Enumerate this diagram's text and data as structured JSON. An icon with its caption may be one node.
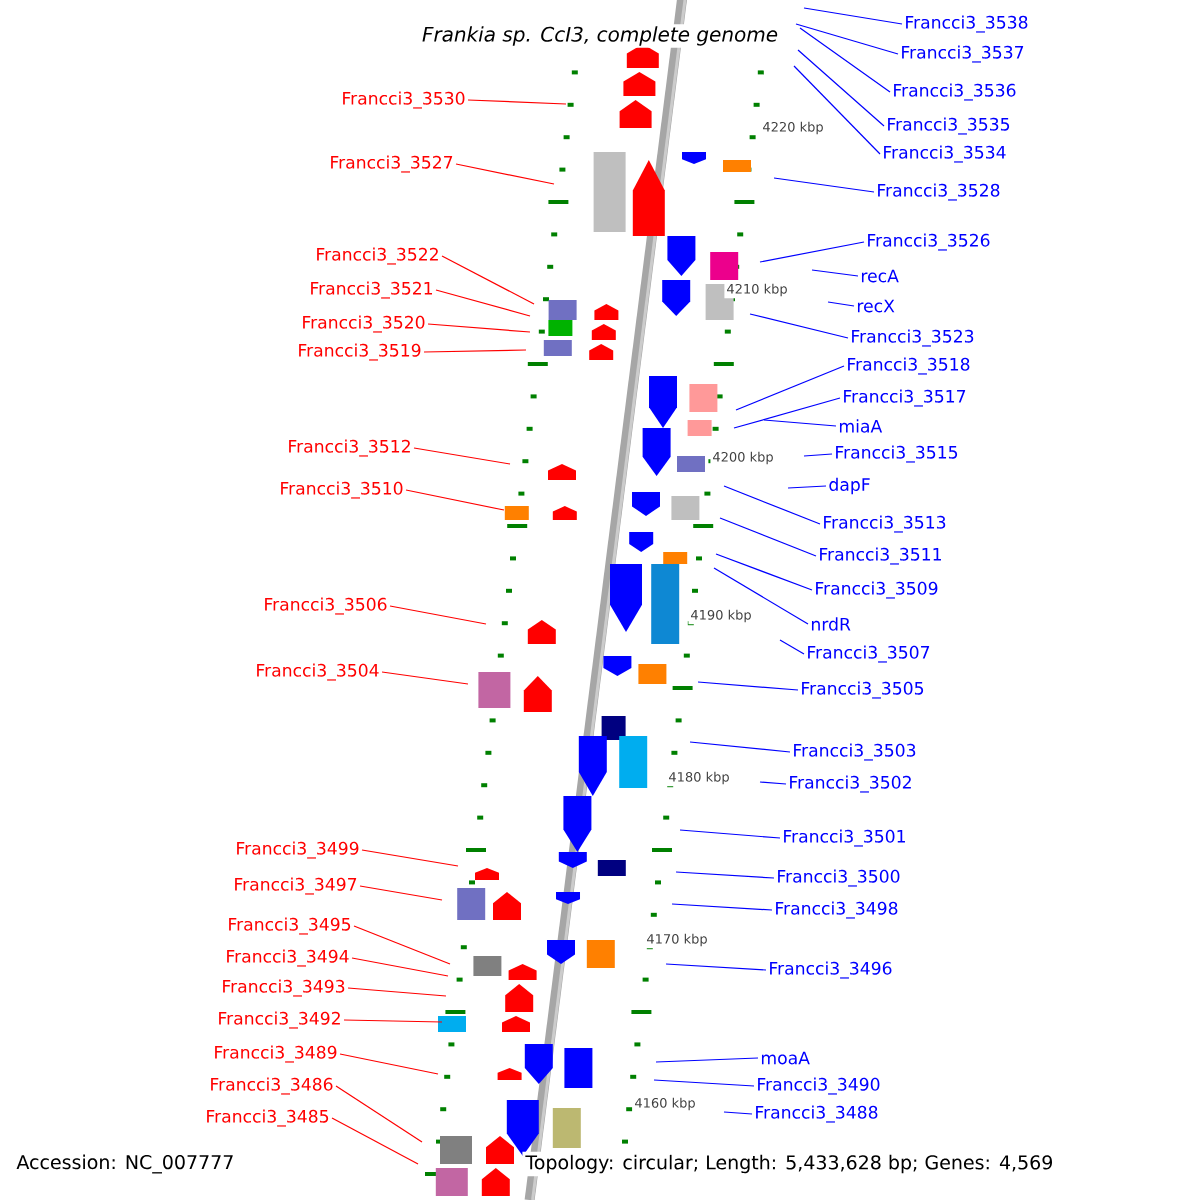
{
  "diagram": {
    "title": "Frankia sp. CcI3, complete genome",
    "nodes": [
      {
        "text": [
          "Francci3_3530"
        ]
      },
      {
        "text": [
          "Francci3_3527"
        ]
      },
      {
        "text": [
          "Francci3_3522"
        ]
      },
      {
        "text": [
          "Francci3_3521"
        ]
      },
      {
        "text": [
          "Francci3_3520"
        ]
      },
      {
        "text": [
          "Francci3_3519"
        ]
      },
      {
        "text": [
          "Francci3_3512"
        ]
      },
      {
        "text": [
          "Francci3_3510"
        ]
      },
      {
        "text": [
          "Francci3_3506"
        ]
      },
      {
        "text": [
          "Francci3_3504"
        ]
      },
      {
        "text": [
          "Francci3_3499"
        ]
      },
      {
        "text": [
          "Francci3_3497"
        ]
      },
      {
        "text": [
          "Francci3_3495"
        ]
      },
      {
        "text": [
          "Francci3_3494"
        ]
      },
      {
        "text": [
          "Francci3_3493"
        ]
      },
      {
        "text": [
          "Francci3_3492"
        ]
      },
      {
        "text": [
          "Francci3_3489"
        ]
      },
      {
        "text": [
          "Francci3_3486"
        ]
      },
      {
        "text": [
          "Francci3_3485"
        ]
      },
      {
        "text": [
          "Francci3_3538"
        ]
      },
      {
        "text": [
          "Francci3_3537"
        ]
      },
      {
        "text": [
          "Francci3_3536"
        ]
      },
      {
        "text": [
          "Francci3_3535"
        ]
      },
      {
        "text": [
          "Francci3_3534"
        ]
      },
      {
        "text": [
          "Francci3_3528"
        ]
      },
      {
        "text": [
          "Francci3_3526"
        ]
      },
      {
        "text": [
          "recA"
        ]
      },
      {
        "text": [
          "recX"
        ]
      },
      {
        "text": [
          "Francci3_3523"
        ]
      },
      {
        "text": [
          "Francci3_3518"
        ]
      },
      {
        "text": [
          "Francci3_3517"
        ]
      },
      {
        "text": [
          "miaA"
        ]
      },
      {
        "text": [
          "Francci3_3515"
        ]
      },
      {
        "text": [
          "dapF"
        ]
      },
      {
        "text": [
          "Francci3_3513"
        ]
      },
      {
        "text": [
          "Francci3_3511"
        ]
      },
      {
        "text": [
          "Francci3_3509"
        ]
      },
      {
        "text": [
          "nrdR"
        ]
      },
      {
        "text": [
          "Francci3_3507"
        ]
      },
      {
        "text": [
          "Francci3_3505"
        ]
      },
      {
        "text": [
          "Francci3_3503"
        ]
      },
      {
        "text": [
          "Francci3_3502"
        ]
      },
      {
        "text": [
          "Francci3_3501"
        ]
      },
      {
        "text": [
          "Francci3_3500"
        ]
      },
      {
        "text": [
          "Francci3_3498"
        ]
      },
      {
        "text": [
          "Francci3_3496"
        ]
      },
      {
        "text": [
          "moaA"
        ]
      },
      {
        "text": [
          "Francci3_3490"
        ]
      },
      {
        "text": [
          "Francci3_3488"
        ]
      }
    ],
    "edges": [
      {
        "from": 0,
        "to": null,
        "arrow": "none",
        "color": "#ff0000"
      },
      {
        "from": 1,
        "to": null,
        "arrow": "none",
        "color": "#ff0000"
      },
      {
        "from": 2,
        "to": null,
        "arrow": "none",
        "color": "#ff0000"
      },
      {
        "from": 3,
        "to": null,
        "arrow": "none",
        "color": "#ff0000"
      },
      {
        "from": 4,
        "to": null,
        "arrow": "none",
        "color": "#ff0000"
      },
      {
        "from": 5,
        "to": null,
        "arrow": "none",
        "color": "#ff0000"
      },
      {
        "from": 6,
        "to": null,
        "arrow": "none",
        "color": "#ff0000"
      },
      {
        "from": 7,
        "to": null,
        "arrow": "none",
        "color": "#ff0000"
      },
      {
        "from": 8,
        "to": null,
        "arrow": "none",
        "color": "#ff0000"
      },
      {
        "from": 9,
        "to": null,
        "arrow": "none",
        "color": "#ff0000"
      },
      {
        "from": 10,
        "to": null,
        "arrow": "none",
        "color": "#ff0000"
      },
      {
        "from": 11,
        "to": null,
        "arrow": "none",
        "color": "#ff0000"
      },
      {
        "from": 12,
        "to": null,
        "arrow": "none",
        "color": "#ff0000"
      },
      {
        "from": 13,
        "to": null,
        "arrow": "none",
        "color": "#ff0000"
      },
      {
        "from": 14,
        "to": null,
        "arrow": "none",
        "color": "#ff0000"
      },
      {
        "from": 15,
        "to": null,
        "arrow": "none",
        "color": "#ff0000"
      },
      {
        "from": 16,
        "to": null,
        "arrow": "none",
        "color": "#ff0000"
      },
      {
        "from": 17,
        "to": null,
        "arrow": "none",
        "color": "#ff0000"
      },
      {
        "from": 18,
        "to": null,
        "arrow": "none",
        "color": "#ff0000"
      },
      {
        "from": 19,
        "to": null,
        "arrow": "none"
      },
      {
        "from": 20,
        "to": null,
        "arrow": "none"
      },
      {
        "from": 21,
        "to": null,
        "arrow": "none"
      },
      {
        "from": 22,
        "to": null,
        "arrow": "none"
      },
      {
        "from": 23,
        "to": null,
        "arrow": "none"
      },
      {
        "from": 24,
        "to": null,
        "arrow": "none"
      },
      {
        "from": 25,
        "to": null,
        "arrow": "none"
      },
      {
        "from": 26,
        "to": null,
        "arrow": "none"
      },
      {
        "from": 27,
        "to": null,
        "arrow": "none"
      },
      {
        "from": 28,
        "to": null,
        "arrow": "none"
      },
      {
        "from": 29,
        "to": null,
        "arrow": "none"
      },
      {
        "from": 30,
        "to": null,
        "arrow": "none"
      },
      {
        "from": 31,
        "to": null,
        "arrow": "none"
      },
      {
        "from": 32,
        "to": null,
        "arrow": "none"
      },
      {
        "from": 33,
        "to": null,
        "arrow": "none"
      },
      {
        "from": 34,
        "to": null,
        "arrow": "none"
      },
      {
        "from": 35,
        "to": null,
        "arrow": "none"
      },
      {
        "from": 36,
        "to": null,
        "arrow": "none"
      },
      {
        "from": 37,
        "to": null,
        "arrow": "none"
      },
      {
        "from": 38,
        "to": null,
        "arrow": "none"
      },
      {
        "from": 39,
        "to": null,
        "arrow": "none"
      },
      {
        "from": 40,
        "to": null,
        "arrow": "none"
      },
      {
        "from": 41,
        "to": null,
        "arrow": "none"
      },
      {
        "from": 42,
        "to": null,
        "arrow": "none"
      },
      {
        "from": 43,
        "to": null,
        "arrow": "none"
      },
      {
        "from": 44,
        "to": null,
        "arrow": "none"
      },
      {
        "from": 45,
        "to": null,
        "arrow": "none"
      },
      {
        "from": 46,
        "to": null,
        "arrow": "none"
      },
      {
        "from": 47,
        "to": null,
        "arrow": "none"
      },
      {
        "from": 48,
        "to": null,
        "arrow": "none"
      }
    ],
    "labels": [
      "4220 kbp",
      "4210 kbp",
      "4200 kbp",
      "4190 kbp",
      "4180 kbp",
      "4170 kbp",
      "4160 kbp",
      "Accession: NC_007777",
      "Topology: circular; Length: 5,433,628 bp; Genes: 4,569"
    ]
  }
}
